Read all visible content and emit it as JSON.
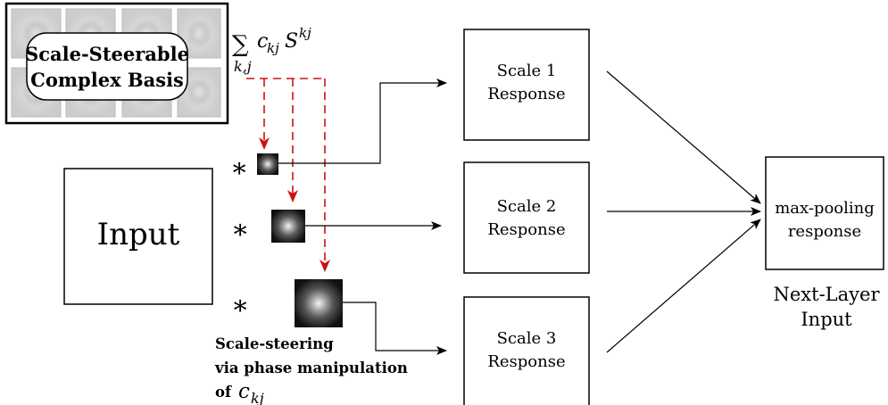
{
  "basis": {
    "label_line1": "Scale-Steerable",
    "label_line2": "Complex Basis",
    "formula": {
      "sum": "∑",
      "subscript": "k,j",
      "coef": "c",
      "coef_sub": "kj",
      "basis": "S",
      "basis_sup": "kj"
    }
  },
  "input": {
    "label": "Input"
  },
  "convolution_symbol": "∗",
  "scales": [
    {
      "line1": "Scale 1",
      "line2": "Response"
    },
    {
      "line1": "Scale 2",
      "line2": "Response"
    },
    {
      "line1": "Scale 3",
      "line2": "Response"
    }
  ],
  "pooling": {
    "line1": "max-pooling",
    "line2": "response"
  },
  "next_layer": {
    "line1": "Next-Layer",
    "line2": "Input"
  },
  "steering_note": {
    "line1": "Scale-steering",
    "line2": "via phase manipulation",
    "line3": "of",
    "coef": "c",
    "coef_sub": "kj"
  },
  "colors": {
    "steering_arrow": "#cc1111",
    "stroke": "#000000"
  }
}
